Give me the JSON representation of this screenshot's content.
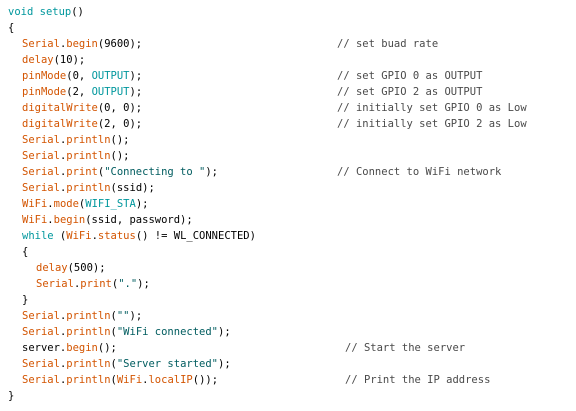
{
  "editor": {
    "colors": {
      "background": "#ffffff",
      "text": "#000000",
      "keyword": "#00979d",
      "function": "#d35400",
      "constant": "#00979d",
      "string": "#005c5f",
      "comment": "#4a4a4a"
    },
    "lines": [
      {
        "indent": 0,
        "tokens": [
          {
            "t": "kw",
            "v": "void"
          },
          {
            "t": "plain",
            "v": " "
          },
          {
            "t": "kw",
            "v": "setup"
          },
          {
            "t": "plain",
            "v": "()"
          }
        ]
      },
      {
        "indent": 0,
        "tokens": [
          {
            "t": "plain",
            "v": "{"
          }
        ]
      },
      {
        "indent": 1,
        "tokens": [
          {
            "t": "fn",
            "v": "Serial"
          },
          {
            "t": "plain",
            "v": "."
          },
          {
            "t": "fn",
            "v": "begin"
          },
          {
            "t": "plain",
            "v": "(9600);"
          }
        ],
        "comment": "// set buad rate",
        "ccol": 1
      },
      {
        "indent": 1,
        "tokens": [
          {
            "t": "fn",
            "v": "delay"
          },
          {
            "t": "plain",
            "v": "(10);"
          }
        ]
      },
      {
        "indent": 1,
        "tokens": [
          {
            "t": "fn",
            "v": "pinMode"
          },
          {
            "t": "plain",
            "v": "(0, "
          },
          {
            "t": "const",
            "v": "OUTPUT"
          },
          {
            "t": "plain",
            "v": ");"
          }
        ],
        "comment": "// set GPIO 0 as OUTPUT",
        "ccol": 1
      },
      {
        "indent": 1,
        "tokens": [
          {
            "t": "fn",
            "v": "pinMode"
          },
          {
            "t": "plain",
            "v": "(2, "
          },
          {
            "t": "const",
            "v": "OUTPUT"
          },
          {
            "t": "plain",
            "v": ");"
          }
        ],
        "comment": "// set GPIO 2 as OUTPUT",
        "ccol": 1
      },
      {
        "indent": 1,
        "tokens": [
          {
            "t": "fn",
            "v": "digitalWrite"
          },
          {
            "t": "plain",
            "v": "(0, 0);"
          }
        ],
        "comment": "// initially set GPIO 0 as Low",
        "ccol": 1
      },
      {
        "indent": 1,
        "tokens": [
          {
            "t": "fn",
            "v": "digitalWrite"
          },
          {
            "t": "plain",
            "v": "(2, 0);"
          }
        ],
        "comment": "// initially set GPIO 2 as Low",
        "ccol": 1
      },
      {
        "indent": 1,
        "tokens": [
          {
            "t": "fn",
            "v": "Serial"
          },
          {
            "t": "plain",
            "v": "."
          },
          {
            "t": "fn",
            "v": "println"
          },
          {
            "t": "plain",
            "v": "();"
          }
        ]
      },
      {
        "indent": 1,
        "tokens": [
          {
            "t": "fn",
            "v": "Serial"
          },
          {
            "t": "plain",
            "v": "."
          },
          {
            "t": "fn",
            "v": "println"
          },
          {
            "t": "plain",
            "v": "();"
          }
        ]
      },
      {
        "indent": 1,
        "tokens": [
          {
            "t": "fn",
            "v": "Serial"
          },
          {
            "t": "plain",
            "v": "."
          },
          {
            "t": "fn",
            "v": "print"
          },
          {
            "t": "plain",
            "v": "("
          },
          {
            "t": "str",
            "v": "\"Connecting to \""
          },
          {
            "t": "plain",
            "v": ");"
          }
        ],
        "comment": "// Connect to WiFi network",
        "ccol": 1
      },
      {
        "indent": 1,
        "tokens": [
          {
            "t": "fn",
            "v": "Serial"
          },
          {
            "t": "plain",
            "v": "."
          },
          {
            "t": "fn",
            "v": "println"
          },
          {
            "t": "plain",
            "v": "(ssid);"
          }
        ]
      },
      {
        "indent": 1,
        "tokens": [
          {
            "t": "fn",
            "v": "WiFi"
          },
          {
            "t": "plain",
            "v": "."
          },
          {
            "t": "fn",
            "v": "mode"
          },
          {
            "t": "plain",
            "v": "("
          },
          {
            "t": "const",
            "v": "WIFI_STA"
          },
          {
            "t": "plain",
            "v": ");"
          }
        ]
      },
      {
        "indent": 1,
        "tokens": [
          {
            "t": "fn",
            "v": "WiFi"
          },
          {
            "t": "plain",
            "v": "."
          },
          {
            "t": "fn",
            "v": "begin"
          },
          {
            "t": "plain",
            "v": "(ssid, password);"
          }
        ]
      },
      {
        "indent": 1,
        "tokens": [
          {
            "t": "kw",
            "v": "while"
          },
          {
            "t": "plain",
            "v": " ("
          },
          {
            "t": "fn",
            "v": "WiFi"
          },
          {
            "t": "plain",
            "v": "."
          },
          {
            "t": "fn",
            "v": "status"
          },
          {
            "t": "plain",
            "v": "() != WL_CONNECTED)"
          }
        ]
      },
      {
        "indent": 1,
        "tokens": [
          {
            "t": "plain",
            "v": "{"
          }
        ]
      },
      {
        "indent": 2,
        "tokens": [
          {
            "t": "fn",
            "v": "delay"
          },
          {
            "t": "plain",
            "v": "(500);"
          }
        ]
      },
      {
        "indent": 2,
        "tokens": [
          {
            "t": "fn",
            "v": "Serial"
          },
          {
            "t": "plain",
            "v": "."
          },
          {
            "t": "fn",
            "v": "print"
          },
          {
            "t": "plain",
            "v": "("
          },
          {
            "t": "str",
            "v": "\".\""
          },
          {
            "t": "plain",
            "v": ");"
          }
        ]
      },
      {
        "indent": 1,
        "tokens": [
          {
            "t": "plain",
            "v": "}"
          }
        ]
      },
      {
        "indent": 1,
        "tokens": [
          {
            "t": "fn",
            "v": "Serial"
          },
          {
            "t": "plain",
            "v": "."
          },
          {
            "t": "fn",
            "v": "println"
          },
          {
            "t": "plain",
            "v": "("
          },
          {
            "t": "str",
            "v": "\"\""
          },
          {
            "t": "plain",
            "v": ");"
          }
        ]
      },
      {
        "indent": 1,
        "tokens": [
          {
            "t": "fn",
            "v": "Serial"
          },
          {
            "t": "plain",
            "v": "."
          },
          {
            "t": "fn",
            "v": "println"
          },
          {
            "t": "plain",
            "v": "("
          },
          {
            "t": "str",
            "v": "\"WiFi connected\""
          },
          {
            "t": "plain",
            "v": ");"
          }
        ]
      },
      {
        "indent": 1,
        "tokens": [
          {
            "t": "plain",
            "v": "server."
          },
          {
            "t": "fn",
            "v": "begin"
          },
          {
            "t": "plain",
            "v": "();"
          }
        ],
        "comment": "// Start the server",
        "ccol": 0
      },
      {
        "indent": 1,
        "tokens": [
          {
            "t": "fn",
            "v": "Serial"
          },
          {
            "t": "plain",
            "v": "."
          },
          {
            "t": "fn",
            "v": "println"
          },
          {
            "t": "plain",
            "v": "("
          },
          {
            "t": "str",
            "v": "\"Server started\""
          },
          {
            "t": "plain",
            "v": ");"
          }
        ]
      },
      {
        "indent": 1,
        "tokens": [
          {
            "t": "fn",
            "v": "Serial"
          },
          {
            "t": "plain",
            "v": "."
          },
          {
            "t": "fn",
            "v": "println"
          },
          {
            "t": "plain",
            "v": "("
          },
          {
            "t": "fn",
            "v": "WiFi"
          },
          {
            "t": "plain",
            "v": "."
          },
          {
            "t": "fn",
            "v": "localIP"
          },
          {
            "t": "plain",
            "v": "());"
          }
        ],
        "comment": "// Print the IP address",
        "ccol": 0
      },
      {
        "indent": 0,
        "tokens": [
          {
            "t": "plain",
            "v": "}"
          }
        ]
      }
    ]
  }
}
